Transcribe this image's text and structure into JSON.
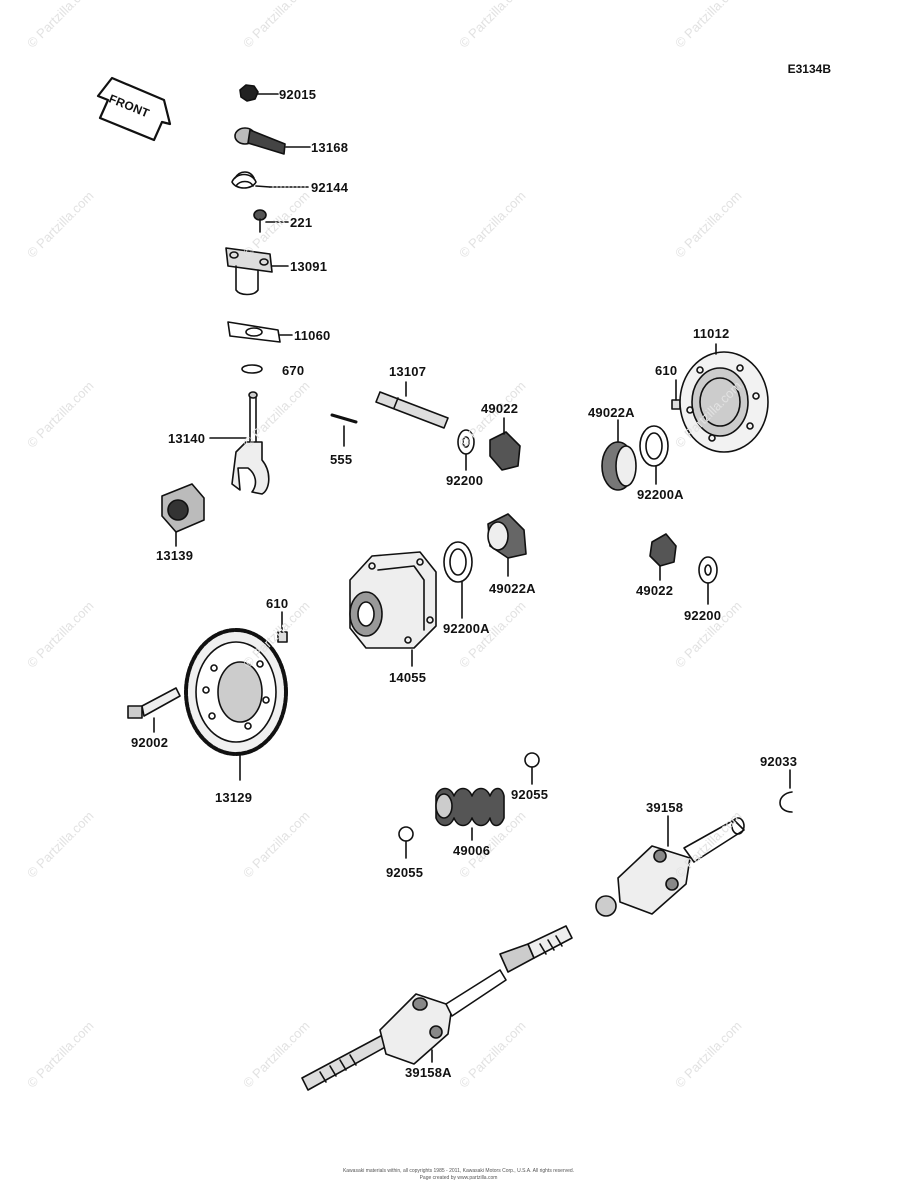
{
  "diagram": {
    "code": "E3134B",
    "front_label": "FRONT",
    "watermark": "© Partzilla.com",
    "copyright_line1": "Kawasaki materials within, all copyrights 1985 - 2011, Kawasaki Motors Corp., U.S.A. All rights reserved.",
    "copyright_line2": "Page created by www.partzilla.com"
  },
  "parts": {
    "p92015": "92015",
    "p13168": "13168",
    "p92144": "92144",
    "p221": "221",
    "p13091": "13091",
    "p11060": "11060",
    "p670": "670",
    "p13107": "13107",
    "p11012": "11012",
    "p610a": "610",
    "p49022a_top": "49022",
    "p49022A_r": "49022A",
    "p13140": "13140",
    "p555": "555",
    "p92200a": "92200",
    "p92200A_r": "92200A",
    "p13139": "13139",
    "p49022A_mid": "49022A",
    "p92200A_mid": "92200A",
    "p49022_r": "49022",
    "p92200_r": "92200",
    "p610b": "610",
    "p14055": "14055",
    "p92002": "92002",
    "p13129": "13129",
    "p92033": "92033",
    "p92055a": "92055",
    "p39158": "39158",
    "p49006": "49006",
    "p92055b": "92055",
    "p39158A": "39158A"
  }
}
